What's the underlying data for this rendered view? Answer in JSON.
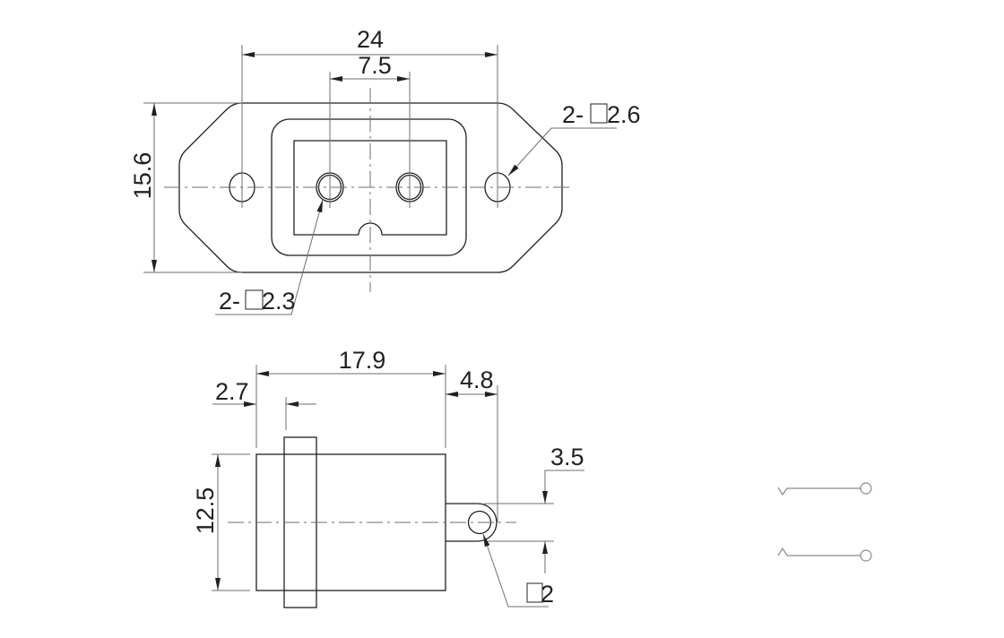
{
  "top_view": {
    "overall_width": "24",
    "pin_spacing": "7.5",
    "overall_height": "15.6",
    "mount_hole_prefix": "2-",
    "mount_hole_size": "2.6",
    "pin_hole_prefix": "2-",
    "pin_hole_size": "2.3"
  },
  "side_view": {
    "body_length": "17.9",
    "flange_offset": "2.7",
    "tab_length": "4.8",
    "tab_height": "3.5",
    "body_height": "12.5",
    "tab_hole_size": "2"
  },
  "colors": {
    "line": "#231f20",
    "dim_line": "#6d6e70"
  }
}
